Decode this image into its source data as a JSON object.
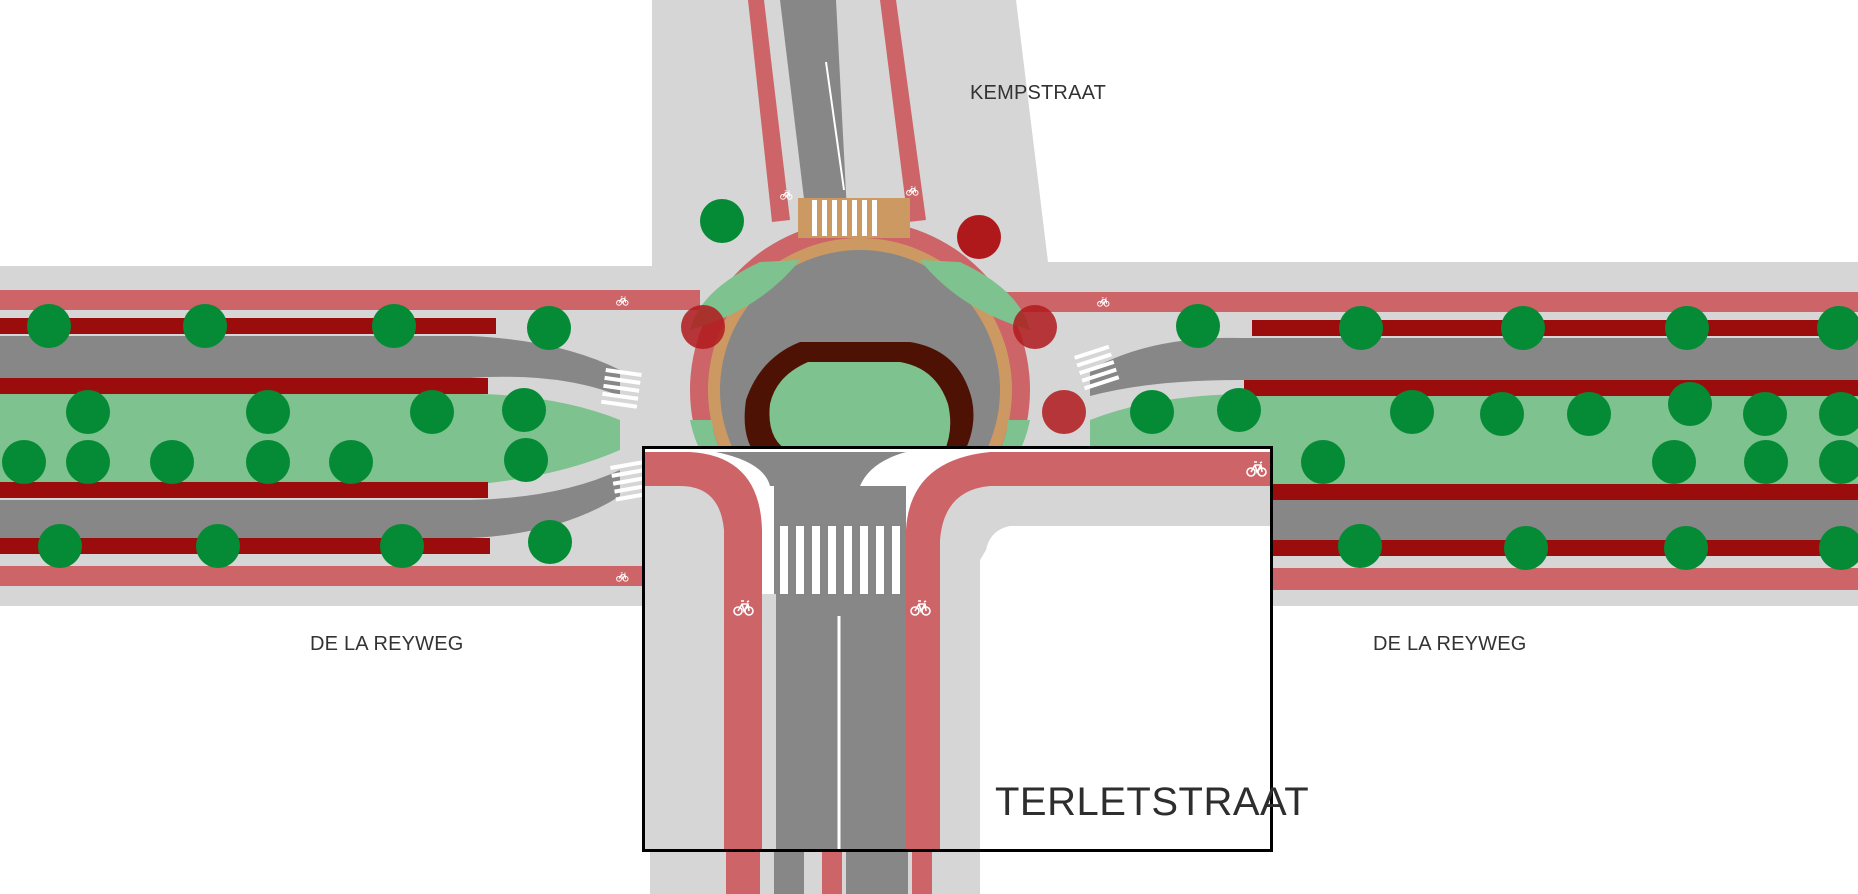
{
  "labels": {
    "kempstraat": "KEMPSTRAAT",
    "de_la_reyweg_west": "DE LA REYWEG",
    "de_la_reyweg_east": "DE LA REYWEG",
    "terletstraat": "TERLETSTRAAT"
  },
  "colors": {
    "background": "#ffffff",
    "sidewalk": "#d6d6d6",
    "road": "#878787",
    "cycle_path": "#cd6467",
    "parking": "#9b0d0d",
    "verge": "#7ec28f",
    "tree": "#058a35",
    "tree_removed": "#b0191c",
    "overrun_strip": "#cd9962",
    "roundabout_inner_ring": "#4e1205",
    "crosswalk": "#ffffff",
    "inset_frame": "#000000"
  },
  "icons": {
    "cycle_symbol": "bicycle-icon",
    "crossing": "zebra-crossing"
  }
}
